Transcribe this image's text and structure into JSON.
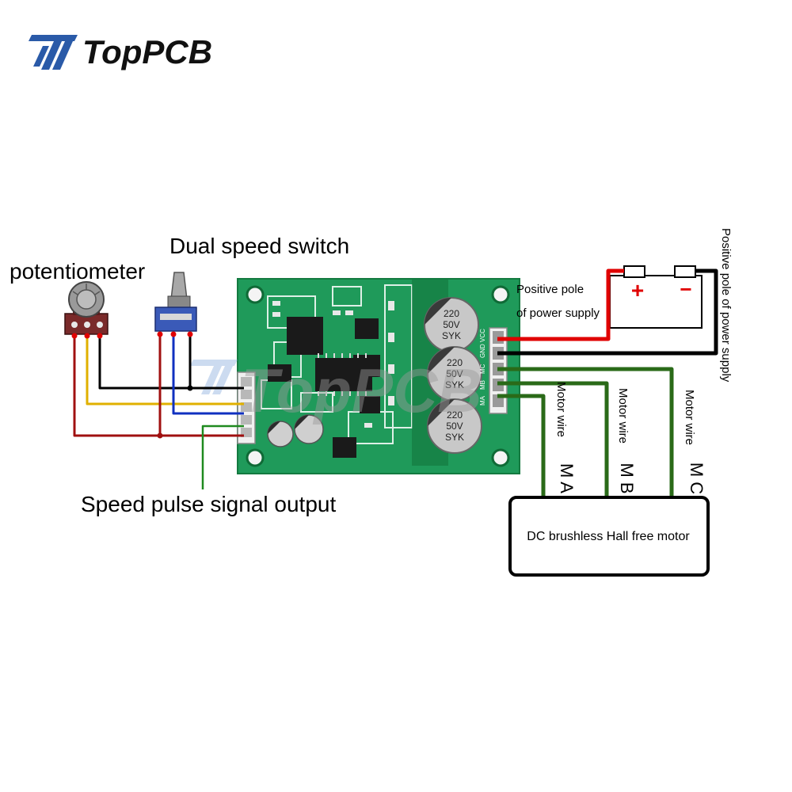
{
  "brand": {
    "logo_text": "TopPCB",
    "watermark_text": "TopPCB",
    "colors": {
      "logo_blue": "#2a5aa8",
      "logo_dark": "#111111"
    }
  },
  "labels": {
    "potentiometer": "potentiometer",
    "dual_speed_switch": "Dual speed switch",
    "speed_pulse": "Speed pulse signal output",
    "positive_pole_line1": "Positive pole",
    "positive_pole_line2": "of power supply",
    "positive_pole_vertical": "Positive pole of power supply",
    "motor_wire_a": "Motor wire",
    "motor_wire_b": "Motor wire",
    "motor_wire_c": "Motor wire",
    "motor_letter_a": "M A",
    "motor_letter_b": "M B",
    "motor_letter_c": "M C",
    "motor_box": "DC brushless Hall free motor",
    "battery_plus": "+",
    "battery_minus": "−"
  },
  "board": {
    "capacitor_text_line1": "220",
    "capacitor_text_line2": "50V",
    "capacitor_text_line3": "SYK",
    "pin_labels_right": [
      "VCC",
      "GND",
      "MC",
      "MB",
      "MA"
    ],
    "colors": {
      "pcb_green": "#1f9a5a",
      "pcb_dark": "#137a43",
      "chip": "#1a1a1a",
      "cap": "#c8c8c8"
    }
  },
  "wires": {
    "colors": {
      "red": "#e00000",
      "dark_red": "#a01010",
      "black": "#000000",
      "yellow": "#e0b000",
      "blue": "#1030c0",
      "green": "#1f8a1f",
      "motor_green": "#2a6a18"
    }
  }
}
